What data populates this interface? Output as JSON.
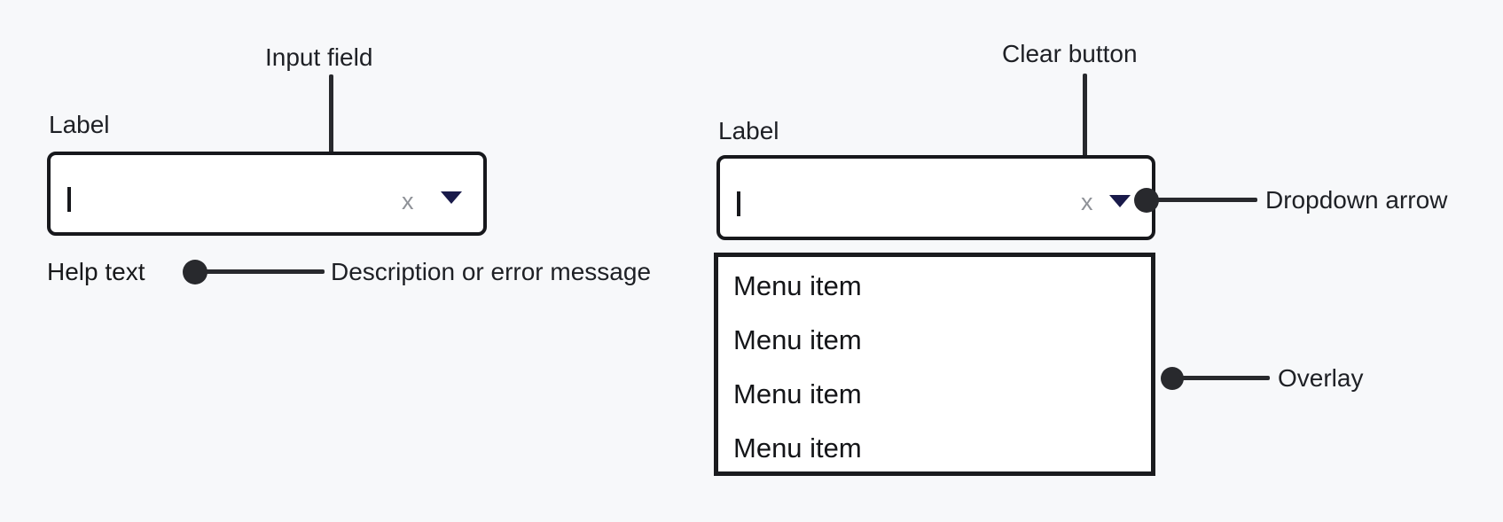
{
  "diagram": {
    "left_combobox": {
      "label": "Label",
      "help_text": "Help text",
      "clear_glyph": "x",
      "callouts": {
        "input_field": "Input field",
        "description": "Description or error message"
      }
    },
    "right_combobox": {
      "label": "Label",
      "clear_glyph": "x",
      "callouts": {
        "clear_button": "Clear button",
        "dropdown_arrow": "Dropdown arrow",
        "overlay": "Overlay"
      },
      "menu_items": [
        "Menu item",
        "Menu item",
        "Menu item",
        "Menu item"
      ]
    },
    "icons": {
      "dropdown_arrow": "triangle-down-icon",
      "clear": "x-glyph",
      "text_cursor": "text-cursor-bar"
    },
    "colors": {
      "background": "#f7f8fa",
      "surface": "#ffffff",
      "outline": "#17181c",
      "callout": "#28292d",
      "arrow": "#191a4a",
      "clear_x": "#8f9298"
    }
  }
}
